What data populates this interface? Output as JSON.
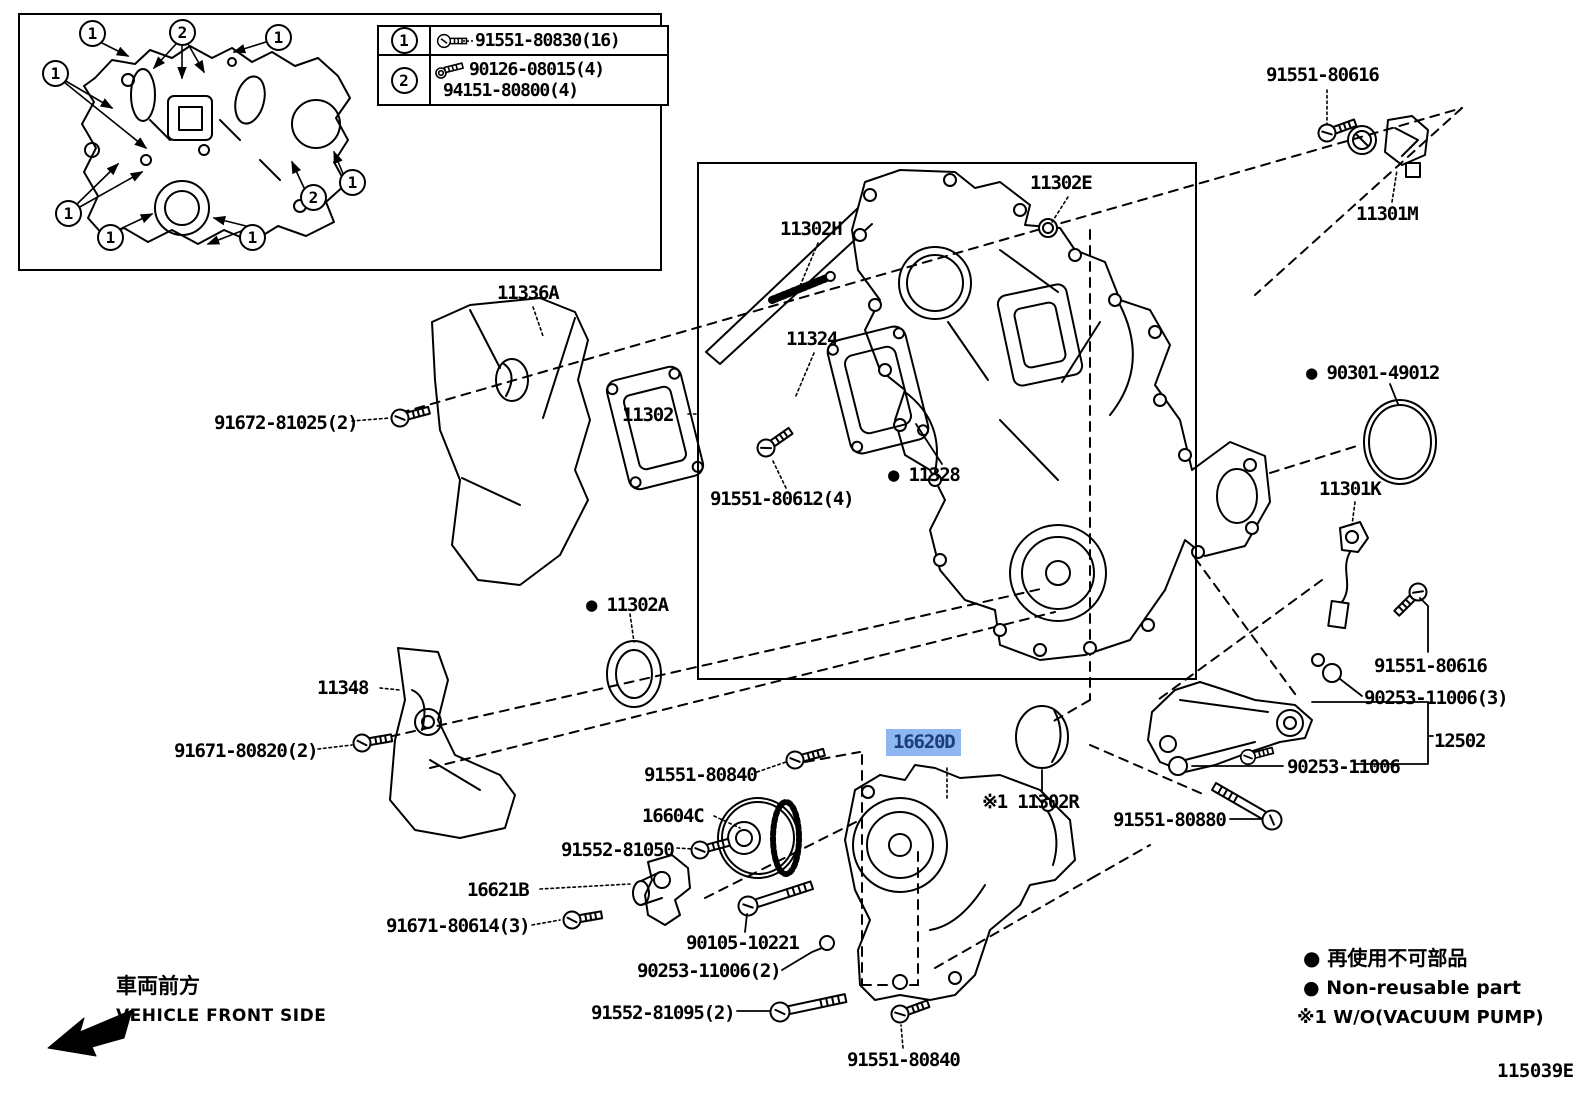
{
  "legend": {
    "rows": [
      {
        "ref": "1",
        "parts": [
          "91551-80830(16)"
        ]
      },
      {
        "ref": "2",
        "parts": [
          "90126-08015(4)",
          "94151-80800(4)"
        ]
      }
    ]
  },
  "inset": {
    "markers": [
      {
        "ref": "1"
      },
      {
        "ref": "2"
      },
      {
        "ref": "1"
      },
      {
        "ref": "1"
      },
      {
        "ref": "1"
      },
      {
        "ref": "1"
      },
      {
        "ref": "1"
      },
      {
        "ref": "2"
      },
      {
        "ref": "1"
      }
    ]
  },
  "callouts": [
    {
      "id": "91551-80616-top",
      "text": "91551-80616"
    },
    {
      "id": "11301M",
      "text": "11301M"
    },
    {
      "id": "11336A",
      "text": "11336A"
    },
    {
      "id": "91672-81025",
      "text": "91672-81025(2)"
    },
    {
      "id": "11302H",
      "text": "11302H"
    },
    {
      "id": "11302E",
      "text": "11302E"
    },
    {
      "id": "11324",
      "text": "11324"
    },
    {
      "id": "11302",
      "text": "11302"
    },
    {
      "id": "11328",
      "text": "● 11328"
    },
    {
      "id": "91551-80612",
      "text": "91551-80612(4)"
    },
    {
      "id": "90301-49012",
      "text": "● 90301-49012"
    },
    {
      "id": "11301K",
      "text": "11301K"
    },
    {
      "id": "91551-80616-right",
      "text": "91551-80616"
    },
    {
      "id": "90253-11006-3",
      "text": "90253-11006(3)"
    },
    {
      "id": "12502",
      "text": "12502"
    },
    {
      "id": "90253-11006",
      "text": "90253-11006"
    },
    {
      "id": "91551-80880",
      "text": "91551-80880"
    },
    {
      "id": "11302A",
      "text": "● 11302A"
    },
    {
      "id": "11348",
      "text": "11348"
    },
    {
      "id": "91671-80820",
      "text": "91671-80820(2)"
    },
    {
      "id": "91551-80840-top",
      "text": "91551-80840"
    },
    {
      "id": "16604C",
      "text": "16604C"
    },
    {
      "id": "16620D",
      "text": "16620D",
      "highlighted": true
    },
    {
      "id": "11302R",
      "text": "※1 11302R"
    },
    {
      "id": "91552-81050",
      "text": "91552-81050"
    },
    {
      "id": "16621B",
      "text": "16621B"
    },
    {
      "id": "91671-80614",
      "text": "91671-80614(3)"
    },
    {
      "id": "90105-10221",
      "text": "90105-10221"
    },
    {
      "id": "90253-11006-2",
      "text": "90253-11006(2)"
    },
    {
      "id": "91552-81095",
      "text": "91552-81095(2)"
    },
    {
      "id": "91551-80840-bottom",
      "text": "91551-80840"
    }
  ],
  "footer": {
    "front_jp": "車両前方",
    "front_en": "VEHICLE FRONT SIDE",
    "nonreusable_jp": "● 再使用不可部品",
    "nonreusable_en": "● Non-reusable part",
    "note": "※1 W/O(VACUUM PUMP)",
    "diagram_code": "115039E"
  },
  "colors": {
    "highlight_bg": "#8EB6F0",
    "highlight_text": "#1D3D78",
    "line": "#000000",
    "background": "#FFFFFF"
  }
}
